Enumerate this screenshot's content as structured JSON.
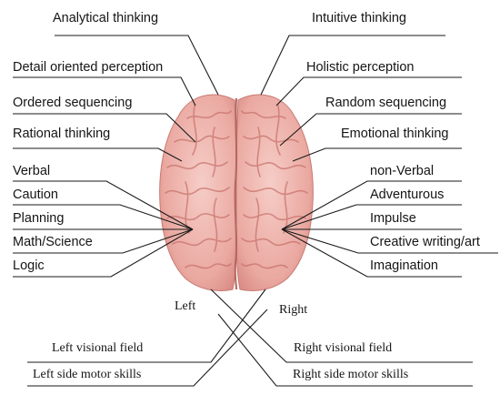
{
  "left_traits": {
    "analytical": "Analytical thinking",
    "detail": "Detail oriented perception",
    "ordered": "Ordered sequencing",
    "rational": "Rational thinking",
    "verbal": "Verbal",
    "caution": "Caution",
    "planning": "Planning",
    "math": "Math/Science",
    "logic": "Logic"
  },
  "right_traits": {
    "intuitive": "Intuitive  thinking",
    "holistic": "Holistic perception",
    "random": "Random sequencing",
    "emotional": "Emotional thinking",
    "nonverbal": "non-Verbal",
    "adventurous": "Adventurous",
    "impulse": "Impulse",
    "creative": "Creative writing/art",
    "imagination": "Imagination"
  },
  "hemispheres": {
    "left": "Left",
    "right": "Right"
  },
  "bottom": {
    "left_field": "Left visional field",
    "left_motor": "Left side motor skills",
    "right_field": "Right visional field",
    "right_motor": "Right side motor skills"
  },
  "colors": {
    "brain_light": "#f4c3bd",
    "brain_mid": "#e7a098",
    "brain_dark": "#c9736d",
    "line": "#1a1a1a"
  }
}
